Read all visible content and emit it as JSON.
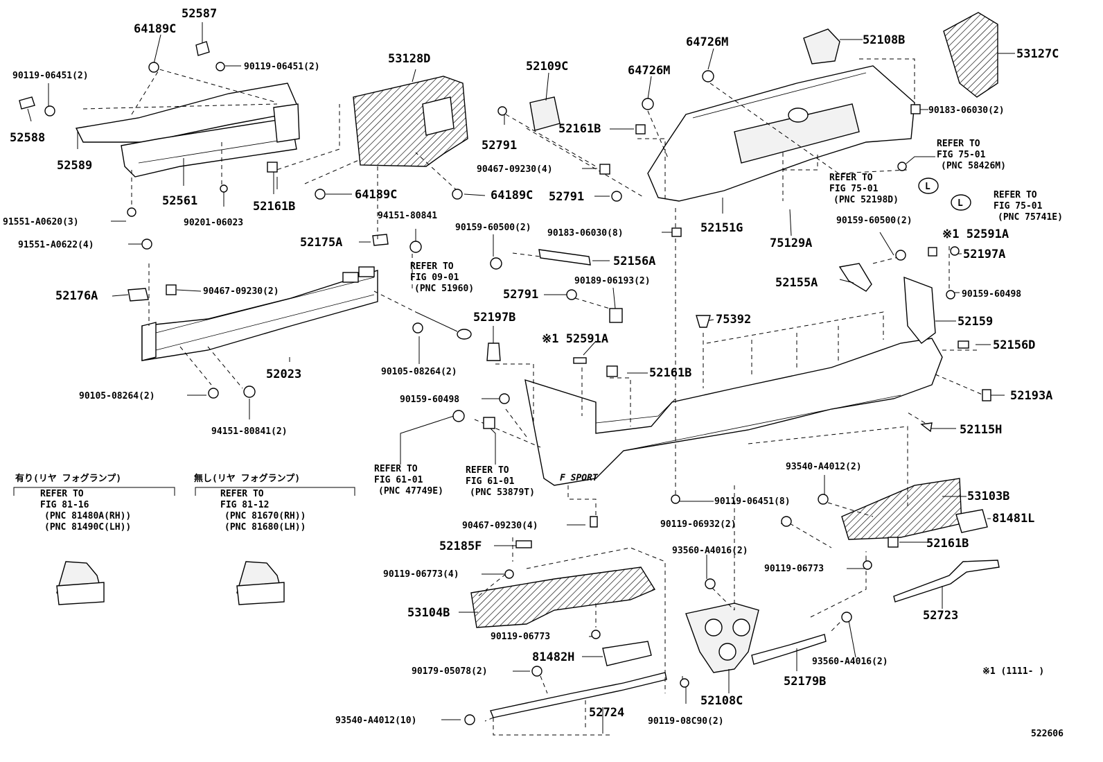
{
  "diagram_id": "522606",
  "footnote": "※1 (1111-     )",
  "fog_with_title": "有り(リヤ フォグランプ)",
  "fog_without_title": "無し(リヤ フォグランプ)",
  "refs": {
    "fog_with": [
      "REFER TO",
      "FIG 81-16",
      "(PNC 81480A(RH))",
      "(PNC 81490C(LH))"
    ],
    "fog_without": [
      "REFER TO",
      "FIG 81-12",
      "(PNC 81670(RH))",
      "(PNC 81680(LH))"
    ],
    "fig0901": [
      "REFER TO",
      "FIG 09-01",
      "(PNC 51960)"
    ],
    "fig7501a": [
      "REFER TO",
      "FIG 75-01",
      "(PNC 58426M)"
    ],
    "fig7501b": [
      "REFER TO",
      "FIG 75-01",
      "(PNC 52198D)"
    ],
    "fig7501c": [
      "REFER TO",
      "FIG 75-01",
      "(PNC 75741E)"
    ],
    "fig6101a": [
      "REFER TO",
      "FIG 61-01",
      "(PNC 47749E)"
    ],
    "fig6101b": [
      "REFER TO",
      "FIG 61-01",
      "(PNC 53879T)"
    ]
  },
  "parts": {
    "p52587": "52587",
    "p64189C_a": "64189C",
    "p90119_06451_a": "90119-06451(2)",
    "p90119_06451_b": "90119-06451(2)",
    "p52588": "52588",
    "p52589": "52589",
    "p52561": "52561",
    "p90201": "90201-06023",
    "p91551_0620": "91551-A0620(3)",
    "p91551_0622": "91551-A0622(4)",
    "p52175A": "52175A",
    "p52176A": "52176A",
    "p90467_a": "90467-09230(2)",
    "p94151_a": "94151-80841",
    "p52023": "52023",
    "p90105_a": "90105-08264(2)",
    "p90105_b": "90105-08264(2)",
    "p94151_b": "94151-80841(2)",
    "p53128D": "53128D",
    "p52161B_a": "52161B",
    "p64189C_b": "64189C",
    "p64189C_c": "64189C",
    "p52109C": "52109C",
    "p52791_a": "52791",
    "p52161B_b": "52161B",
    "p90467_b": "90467-09230(4)",
    "p52791_b": "52791",
    "p64726M_a": "64726M",
    "p64726M_b": "64726M",
    "p52108B": "52108B",
    "p53127C": "53127C",
    "p90183_a": "90183-06030(2)",
    "p52151G": "52151G",
    "p75129A": "75129A",
    "p90183_b": "90183-06030(8)",
    "p90159_60500_a": "90159-60500(2)",
    "p90159_60500_b": "90159-60500(2)",
    "p52156A": "52156A",
    "p52791_c": "52791",
    "p90189": "90189-06193(2)",
    "p52591A_a": "※1 52591A",
    "p52197A": "52197A",
    "p52155A": "52155A",
    "p90159_60498_a": "90159-60498",
    "p52197B": "52197B",
    "p52591A_b": "※1 52591A",
    "p75392": "75392",
    "p52159": "52159",
    "p52156D": "52156D",
    "p52161B_c": "52161B",
    "p90159_60498_b": "90159-60498",
    "p52193A": "52193A",
    "p52115H": "52115H",
    "p93540_a": "93540-A4012(2)",
    "p90119_06451_c": "90119-06451(8)",
    "p53103B": "53103B",
    "p81481L": "81481L",
    "p90119_06932": "90119-06932(2)",
    "p52161B_d": "52161B",
    "p93560_a": "93560-A4016(2)",
    "p90119_06773_a": "90119-06773",
    "p90467_c": "90467-09230(4)",
    "p52185F": "52185F",
    "p90119_06773_b": "90119-06773(4)",
    "p53104B": "53104B",
    "p90119_06773_c": "90119-06773",
    "p81482H": "81482H",
    "p90179": "90179-05078(2)",
    "p93540_b": "93540-A4012(10)",
    "p52724": "52724",
    "p90119_08C90": "90119-08C90(2)",
    "p52108C": "52108C",
    "p52179B": "52179B",
    "p93560_b": "93560-A4016(2)",
    "p52723": "52723"
  }
}
